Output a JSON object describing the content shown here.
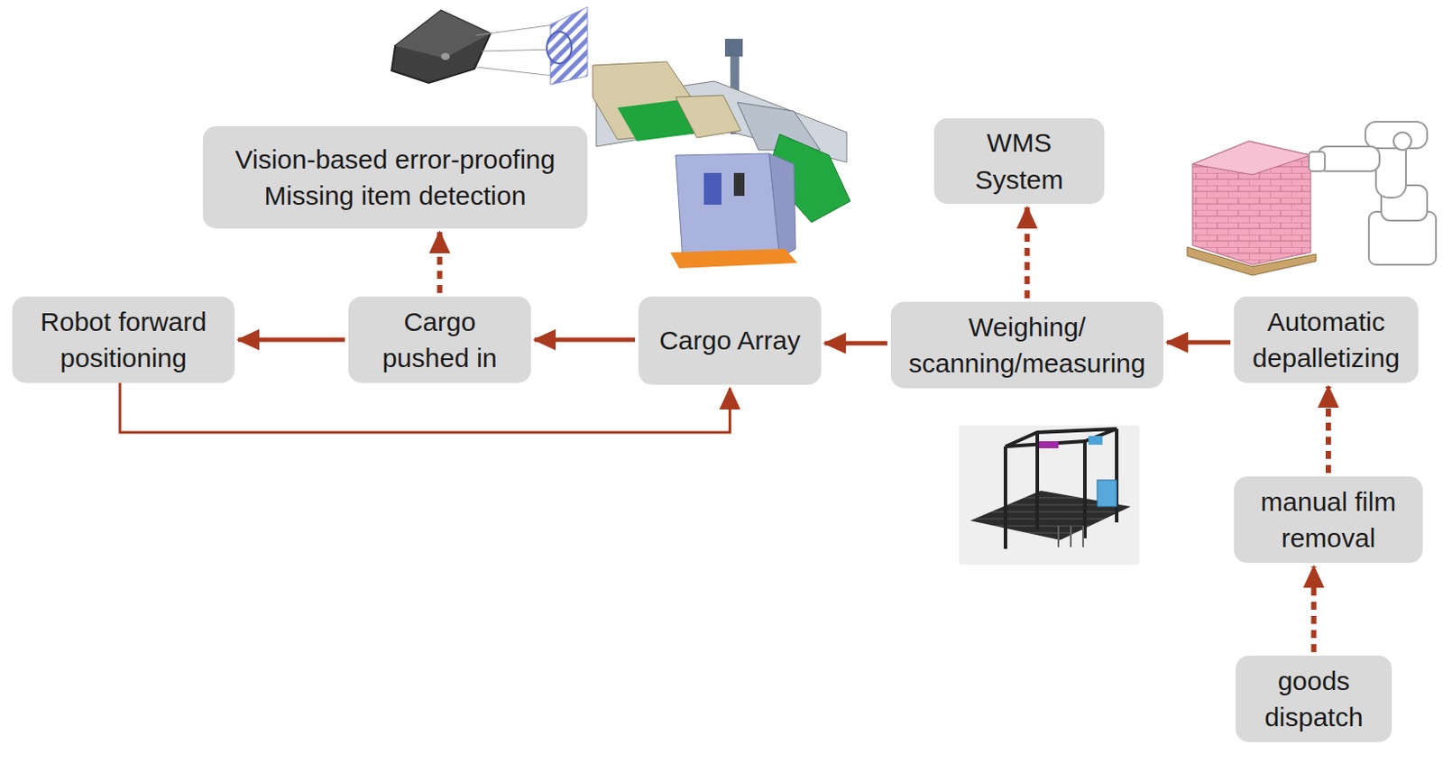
{
  "diagram": {
    "nodes": [
      {
        "text": [
          "Vision-based error-proofing Missing item detection"
        ]
      },
      {
        "text": [
          "WMS System"
        ]
      },
      {
        "text": [
          "Robot forward positioning"
        ]
      },
      {
        "text": [
          "Cargo pushed in"
        ]
      },
      {
        "text": [
          "Cargo Array"
        ]
      },
      {
        "text": [
          "Weighing/ scanning/measuring"
        ]
      },
      {
        "text": [
          "Automatic depalletizing"
        ]
      },
      {
        "text": [
          "manual film removal"
        ]
      },
      {
        "text": [
          "goods dispatch"
        ]
      }
    ],
    "edges": [
      {
        "from": 6,
        "to": 5,
        "arrow": "to"
      },
      {
        "from": 5,
        "to": 4,
        "arrow": "to"
      },
      {
        "from": 4,
        "to": 3,
        "arrow": "to"
      },
      {
        "from": 3,
        "to": 2,
        "arrow": "to"
      },
      {
        "from": 2,
        "to": 4,
        "arrow": "to"
      },
      {
        "from": 3,
        "to": 0,
        "arrow": "to"
      },
      {
        "from": 5,
        "to": 1,
        "arrow": "to"
      },
      {
        "from": 8,
        "to": 7,
        "arrow": "to"
      },
      {
        "from": 7,
        "to": 6,
        "arrow": "to"
      }
    ]
  }
}
